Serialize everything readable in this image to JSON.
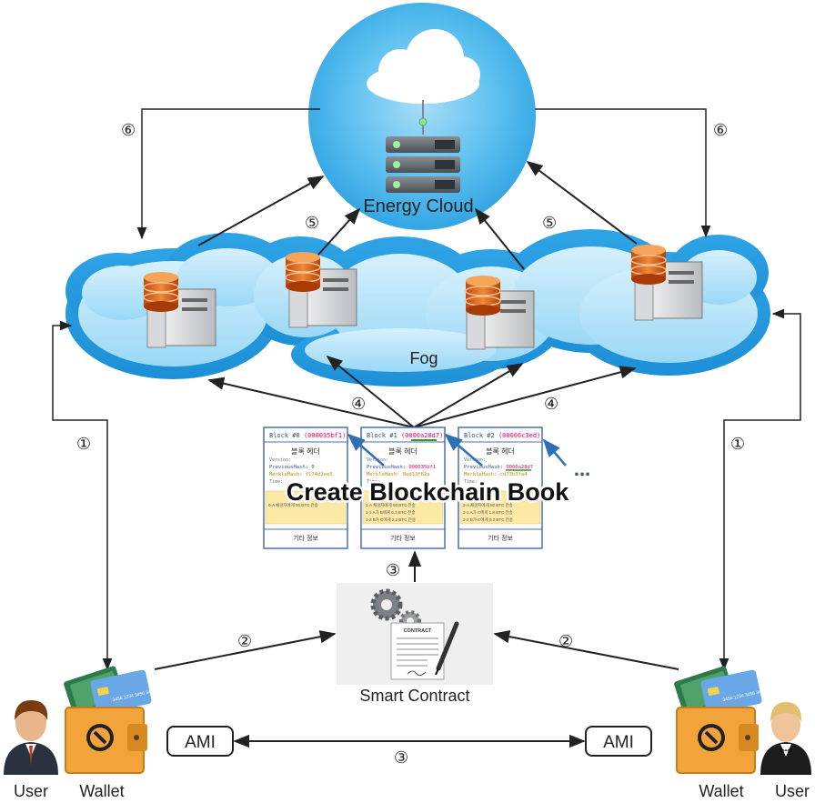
{
  "cloud": {
    "label": "Energy Cloud"
  },
  "fog": {
    "label": "Fog"
  },
  "blockchain": {
    "title": "Create Blockchain Book",
    "ellipsis": "...",
    "blocks": [
      {
        "name": "Block #0",
        "hash": "(000035bf1)",
        "header": "블록 헤더",
        "version": "Version:",
        "prev_label": "PreviousHash:",
        "prev_value": "0",
        "merkle_label": "MerkleHash:",
        "merkle_value": "f174d2ee5",
        "time": "Time:",
        "tx": [
          "0-A 채굴자에게 50 BTC 전송",
          "",
          ""
        ],
        "footer": "기타 정보"
      },
      {
        "name": "Block #1",
        "hash": "(0000a28d7)",
        "header": "블록 헤더",
        "version": "Version:",
        "prev_label": "PreviousHash:",
        "prev_value": "000035bf1",
        "merkle_label": "MerkleHash:",
        "merkle_value": "8ed13f62a",
        "time": "Time:",
        "tx": [
          "1-A 채굴자에게 50 BTC 전송",
          "1-1 A가 B에게 6.3 BTC 전송",
          "1-2 B가 C에게 2.2 BTC 전송"
        ],
        "footer": "기타 정보"
      },
      {
        "name": "Block #2",
        "hash": "(00006c3ed)",
        "header": "블록 헤더",
        "version": "Version:",
        "prev_label": "PreviousHash:",
        "prev_value": "0000a28d7",
        "merkle_label": "MerkleHash:",
        "merkle_value": "cd73b3fa4",
        "time": "Time:",
        "tx": [
          "2-A 채굴자에게 50 BTC 전송",
          "2-1 A가 C에게 1.8 BTC 전송",
          "2-2 B가 C에게 0.2 BTC 전송"
        ],
        "footer": "기타 정보"
      }
    ]
  },
  "contract": {
    "label": "Smart Contract",
    "doc_title": "CONTRACT"
  },
  "left": {
    "user": "User",
    "wallet": "Wallet",
    "ami": "AMI"
  },
  "right": {
    "user": "User",
    "wallet": "Wallet",
    "ami": "AMI"
  },
  "steps": {
    "s1": "①",
    "s2": "②",
    "s3": "③",
    "s4": "④",
    "s5": "⑤",
    "s6": "⑥"
  },
  "card_text": "3456 1234 3456 3456",
  "colors": {
    "cloud_blue": "#2aa8e6",
    "sky_circle": "#4fb9ee",
    "block_border": "#4a6fb5",
    "arrow": "#222222",
    "wallet_orange": "#f2a43a",
    "hash_pink": "#e0007a"
  }
}
